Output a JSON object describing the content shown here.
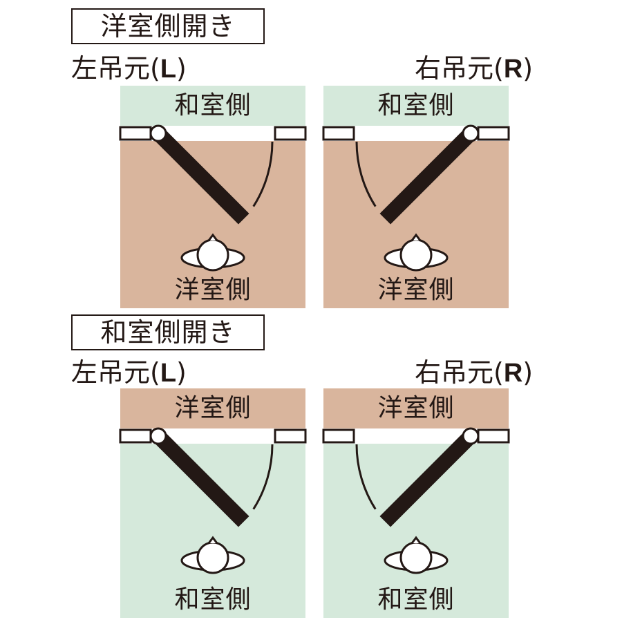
{
  "colors": {
    "wa_room": "#d5e9db",
    "yo_room": "#d9b59d",
    "door": "#231815",
    "outline": "#231815"
  },
  "sections": [
    {
      "title": "洋室側開き",
      "diagrams": [
        {
          "hinge_prefix": "左吊元(",
          "hinge_letter": "L",
          "hinge_suffix": ")",
          "hinge_side": "left",
          "top_room": "和室側",
          "bottom_room": "洋室側",
          "top_color": "wa",
          "bottom_color": "yo"
        },
        {
          "hinge_prefix": "右吊元(",
          "hinge_letter": "R",
          "hinge_suffix": ")",
          "hinge_side": "right",
          "top_room": "和室側",
          "bottom_room": "洋室側",
          "top_color": "wa",
          "bottom_color": "yo"
        }
      ]
    },
    {
      "title": "和室側開き",
      "diagrams": [
        {
          "hinge_prefix": "左吊元(",
          "hinge_letter": "L",
          "hinge_suffix": ")",
          "hinge_side": "left",
          "top_room": "洋室側",
          "bottom_room": "和室側",
          "top_color": "yo",
          "bottom_color": "wa"
        },
        {
          "hinge_prefix": "右吊元(",
          "hinge_letter": "R",
          "hinge_suffix": ")",
          "hinge_side": "right",
          "top_room": "洋室側",
          "bottom_room": "和室側",
          "top_color": "yo",
          "bottom_color": "wa"
        }
      ]
    }
  ]
}
